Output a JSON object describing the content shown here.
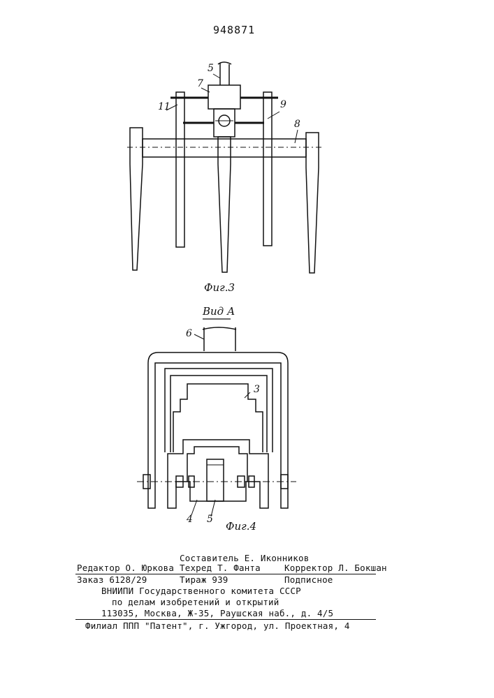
{
  "patent_number": "948871",
  "figure3": {
    "caption": "Фиг.3",
    "labels": {
      "l5": "5",
      "l7": "7",
      "l11": "11",
      "l9": "9",
      "l8": "8"
    }
  },
  "figure4": {
    "view_title": "Вид А",
    "caption": "Фиг.4",
    "labels": {
      "l6": "6",
      "l3": "3",
      "l4": "4",
      "l5": "5"
    }
  },
  "colophon": {
    "compiler": "Составитель Е. Иконников",
    "editor": "Редактор О. Юркова",
    "techeditor": "Техред Т. Фанта",
    "corrector": "Корректор Л. Бокшан",
    "order": "Заказ 6128/29",
    "circulation": "Тираж 939",
    "subscription": "Подписное",
    "org_line1": "ВНИИПИ Государственного комитета СССР",
    "org_line2": "по делам изобретений и открытий",
    "address": "113035, Москва, Ж-35, Раушская наб., д. 4/5",
    "branch": "Филиал ППП \"Патент\", г. Ужгород, ул. Проектная, 4"
  }
}
